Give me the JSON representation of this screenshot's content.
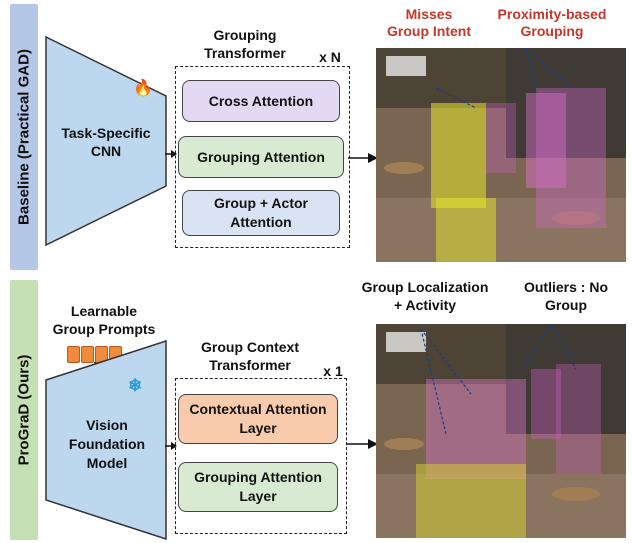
{
  "baseline": {
    "side_label": "Baseline (Practical GAD)",
    "cnn_label": "Task-Specific CNN",
    "transformer_title": "Grouping Transformer",
    "repeat": "x N",
    "blocks": [
      "Cross Attention",
      "Grouping Attention",
      "Group + Actor Attention"
    ],
    "annotation_left": "Misses Group Intent",
    "annotation_right": "Proximity-based Grouping"
  },
  "prograd": {
    "side_label": "ProGraD (Ours)",
    "prompts_label": "Learnable Group Prompts",
    "vfm_label": "Vision Foundation Model",
    "transformer_title": "Group Context Transformer",
    "repeat": "x 1",
    "blocks": [
      "Contextual Attention Layer",
      "Grouping Attention Layer"
    ],
    "annotation_left": "Group Localization + Activity",
    "annotation_right": "Outliers : No Group"
  },
  "icons": [
    "flame-icon",
    "snowflake-icon"
  ],
  "colors": {
    "side_baseline": "#b4c7e7",
    "side_prograd": "#c5e0b4",
    "trapezoid": "#bdd7ee",
    "cross_attention": "#e4d9f3",
    "grouping_attention": "#d9ead3",
    "group_actor": "#dae3f3",
    "contextual": "#f8cbad",
    "annotation_red": "#c0392b"
  }
}
